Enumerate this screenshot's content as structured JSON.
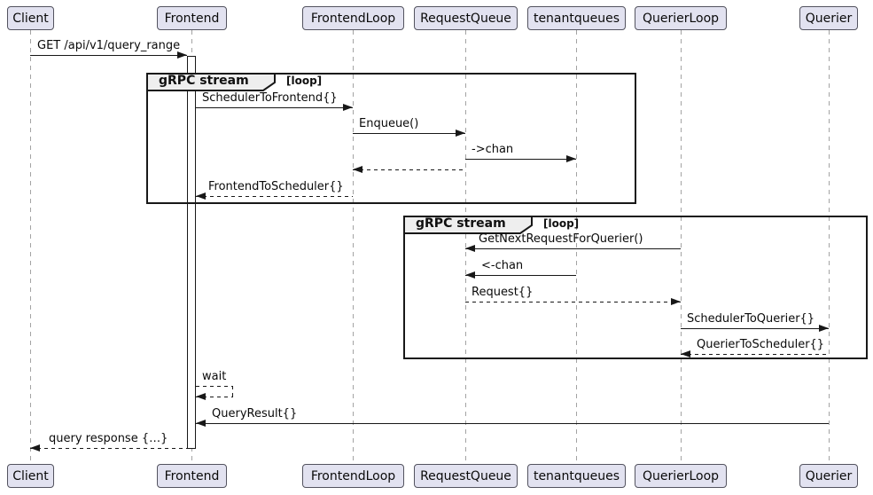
{
  "diagram_type": "uml-sequence-diagram",
  "participants": [
    {
      "name": "Client"
    },
    {
      "name": "Frontend"
    },
    {
      "name": "FrontendLoop"
    },
    {
      "name": "RequestQueue"
    },
    {
      "name": "tenantqueues"
    },
    {
      "name": "QuerierLoop"
    },
    {
      "name": "Querier"
    }
  ],
  "frames": [
    {
      "title": "gRPC stream",
      "kind": "[loop]"
    },
    {
      "title": "gRPC stream",
      "kind": "[loop]"
    }
  ],
  "messages": [
    {
      "label": "GET /api/v1/query_range",
      "from": "Client",
      "to": "Frontend",
      "line": "solid"
    },
    {
      "label": "SchedulerToFrontend{}",
      "from": "Frontend",
      "to": "FrontendLoop",
      "line": "solid"
    },
    {
      "label": "Enqueue()",
      "from": "FrontendLoop",
      "to": "RequestQueue",
      "line": "solid"
    },
    {
      "label": "->chan",
      "from": "RequestQueue",
      "to": "tenantqueues",
      "line": "solid"
    },
    {
      "label": "",
      "from": "RequestQueue",
      "to": "FrontendLoop",
      "line": "dashed"
    },
    {
      "label": "FrontendToScheduler{}",
      "from": "FrontendLoop",
      "to": "Frontend",
      "line": "dashed"
    },
    {
      "label": "GetNextRequestForQuerier()",
      "from": "QuerierLoop",
      "to": "RequestQueue",
      "line": "solid"
    },
    {
      "label": "<-chan",
      "from": "tenantqueues",
      "to": "RequestQueue",
      "line": "solid"
    },
    {
      "label": "Request{}",
      "from": "RequestQueue",
      "to": "QuerierLoop",
      "line": "dashed"
    },
    {
      "label": "SchedulerToQuerier{}",
      "from": "QuerierLoop",
      "to": "Querier",
      "line": "solid"
    },
    {
      "label": "QuerierToScheduler{}",
      "from": "Querier",
      "to": "QuerierLoop",
      "line": "dashed"
    },
    {
      "label": "wait",
      "from": "Frontend",
      "to": "Frontend",
      "line": "dashed"
    },
    {
      "label": "QueryResult{}",
      "from": "Querier",
      "to": "Frontend",
      "line": "solid"
    },
    {
      "label": "query response {…}",
      "from": "Frontend",
      "to": "Client",
      "line": "dashed"
    }
  ],
  "colors": {
    "participant_fill": "#E2E2F0",
    "participant_border": "#53535f",
    "lifeline": "#a3a3a3",
    "frame_border": "#181818",
    "frame_tab_fill": "#EEEEEE",
    "arrow": "#181818",
    "background": "#FFFFFF"
  }
}
